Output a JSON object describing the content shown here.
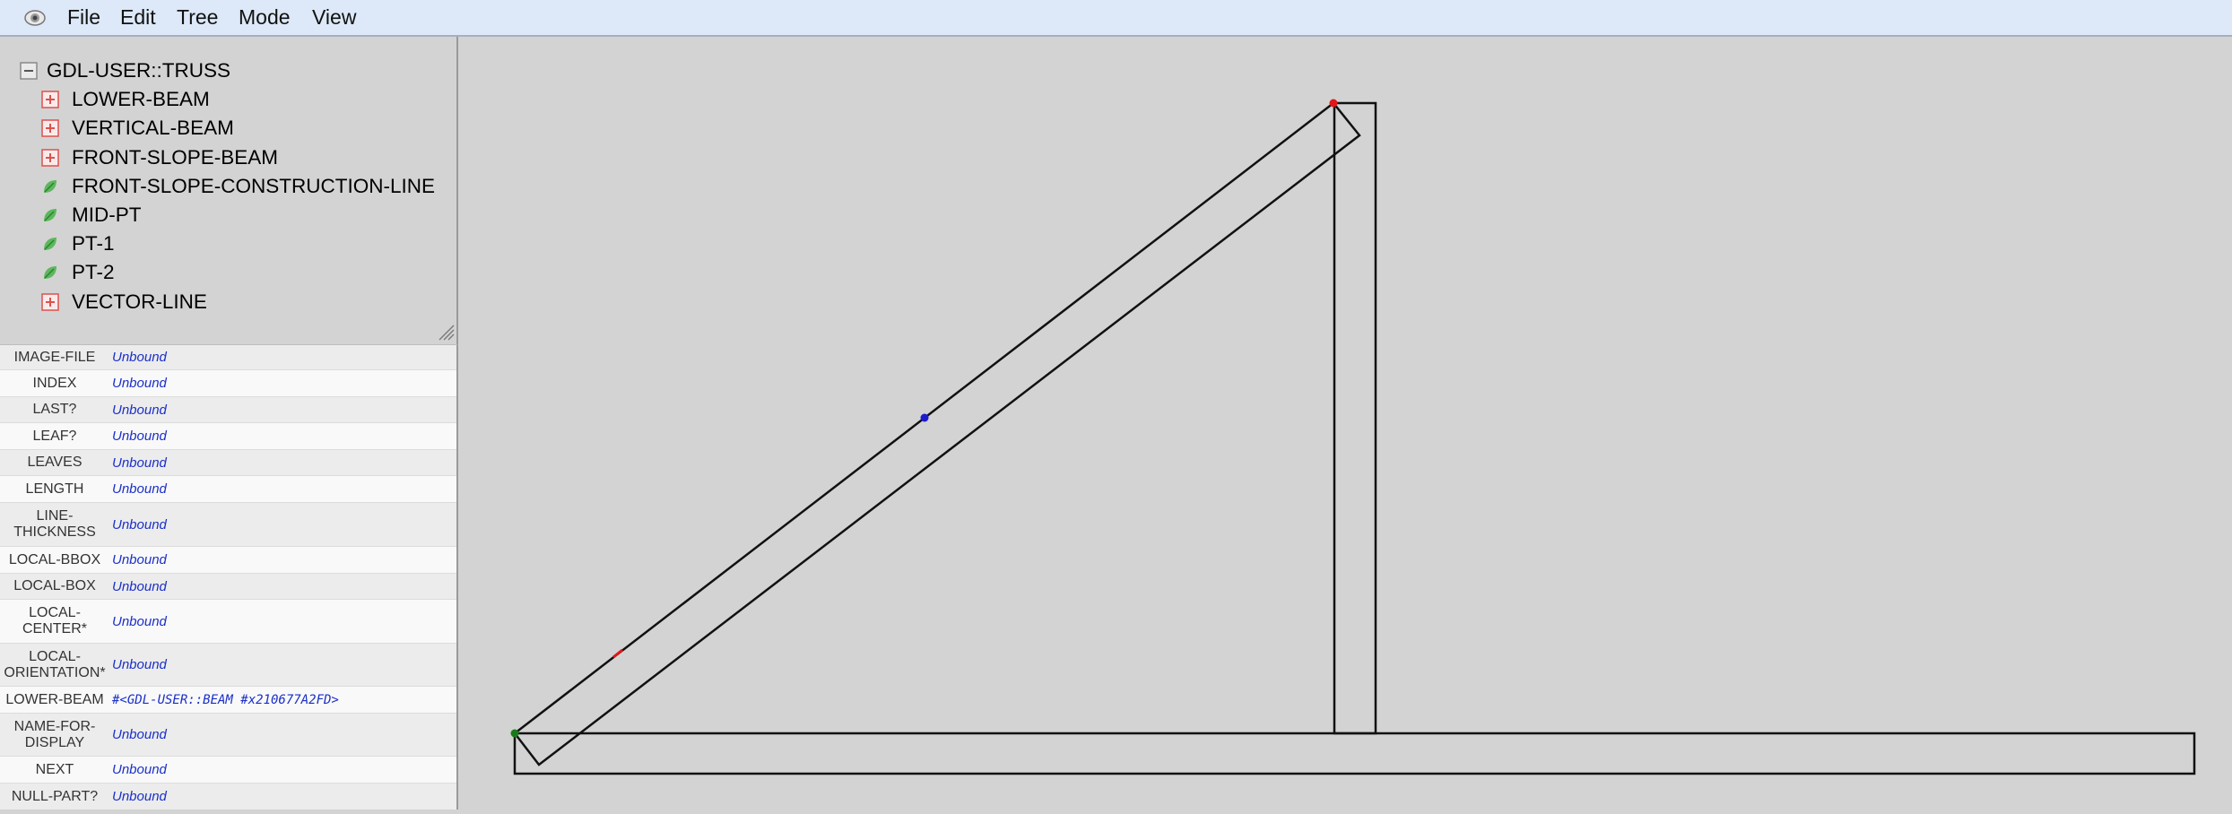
{
  "menubar": {
    "logo_icon": "eye-logo-icon",
    "items": [
      "File",
      "Edit",
      "Tree",
      "Mode",
      "View"
    ]
  },
  "tree": {
    "root": {
      "label": "GDL-USER::TRUSS",
      "icon": "collapse-minus-icon"
    },
    "children": [
      {
        "label": "LOWER-BEAM",
        "icon": "expand-plus-icon"
      },
      {
        "label": "VERTICAL-BEAM",
        "icon": "expand-plus-icon"
      },
      {
        "label": "FRONT-SLOPE-BEAM",
        "icon": "expand-plus-icon"
      },
      {
        "label": "FRONT-SLOPE-CONSTRUCTION-LINE",
        "icon": "leaf-icon"
      },
      {
        "label": "MID-PT",
        "icon": "leaf-icon"
      },
      {
        "label": "PT-1",
        "icon": "leaf-icon"
      },
      {
        "label": "PT-2",
        "icon": "leaf-icon"
      },
      {
        "label": "VECTOR-LINE",
        "icon": "expand-plus-icon"
      }
    ]
  },
  "inspector": {
    "rows": [
      {
        "key": "IMAGE-FILE",
        "value": "Unbound"
      },
      {
        "key": "INDEX",
        "value": "Unbound"
      },
      {
        "key": "LAST?",
        "value": "Unbound"
      },
      {
        "key": "LEAF?",
        "value": "Unbound"
      },
      {
        "key": "LEAVES",
        "value": "Unbound"
      },
      {
        "key": "LENGTH",
        "value": "Unbound"
      },
      {
        "key": "LINE-\nTHICKNESS",
        "value": "Unbound"
      },
      {
        "key": "LOCAL-BBOX",
        "value": "Unbound"
      },
      {
        "key": "LOCAL-BOX",
        "value": "Unbound"
      },
      {
        "key": "LOCAL-\nCENTER*",
        "value": "Unbound"
      },
      {
        "key": "LOCAL-\nORIENTATION*",
        "value": "Unbound"
      },
      {
        "key": "LOWER-BEAM",
        "value": "#<GDL-USER::BEAM #x210677A2FD>"
      },
      {
        "key": "NAME-FOR-\nDISPLAY",
        "value": "Unbound"
      },
      {
        "key": "NEXT",
        "value": "Unbound"
      },
      {
        "key": "NULL-PART?",
        "value": "Unbound"
      }
    ]
  },
  "colors": {
    "menubar_bg": "#dde8f8",
    "panel_bg": "#d3d3d3",
    "unbound_text": "#1a2fc9",
    "plus_icon": "#d9534f",
    "leaf_icon": "#4caf50",
    "point_red": "#e01818",
    "point_blue": "#1b1bd0",
    "point_green": "#1a7a1a"
  }
}
